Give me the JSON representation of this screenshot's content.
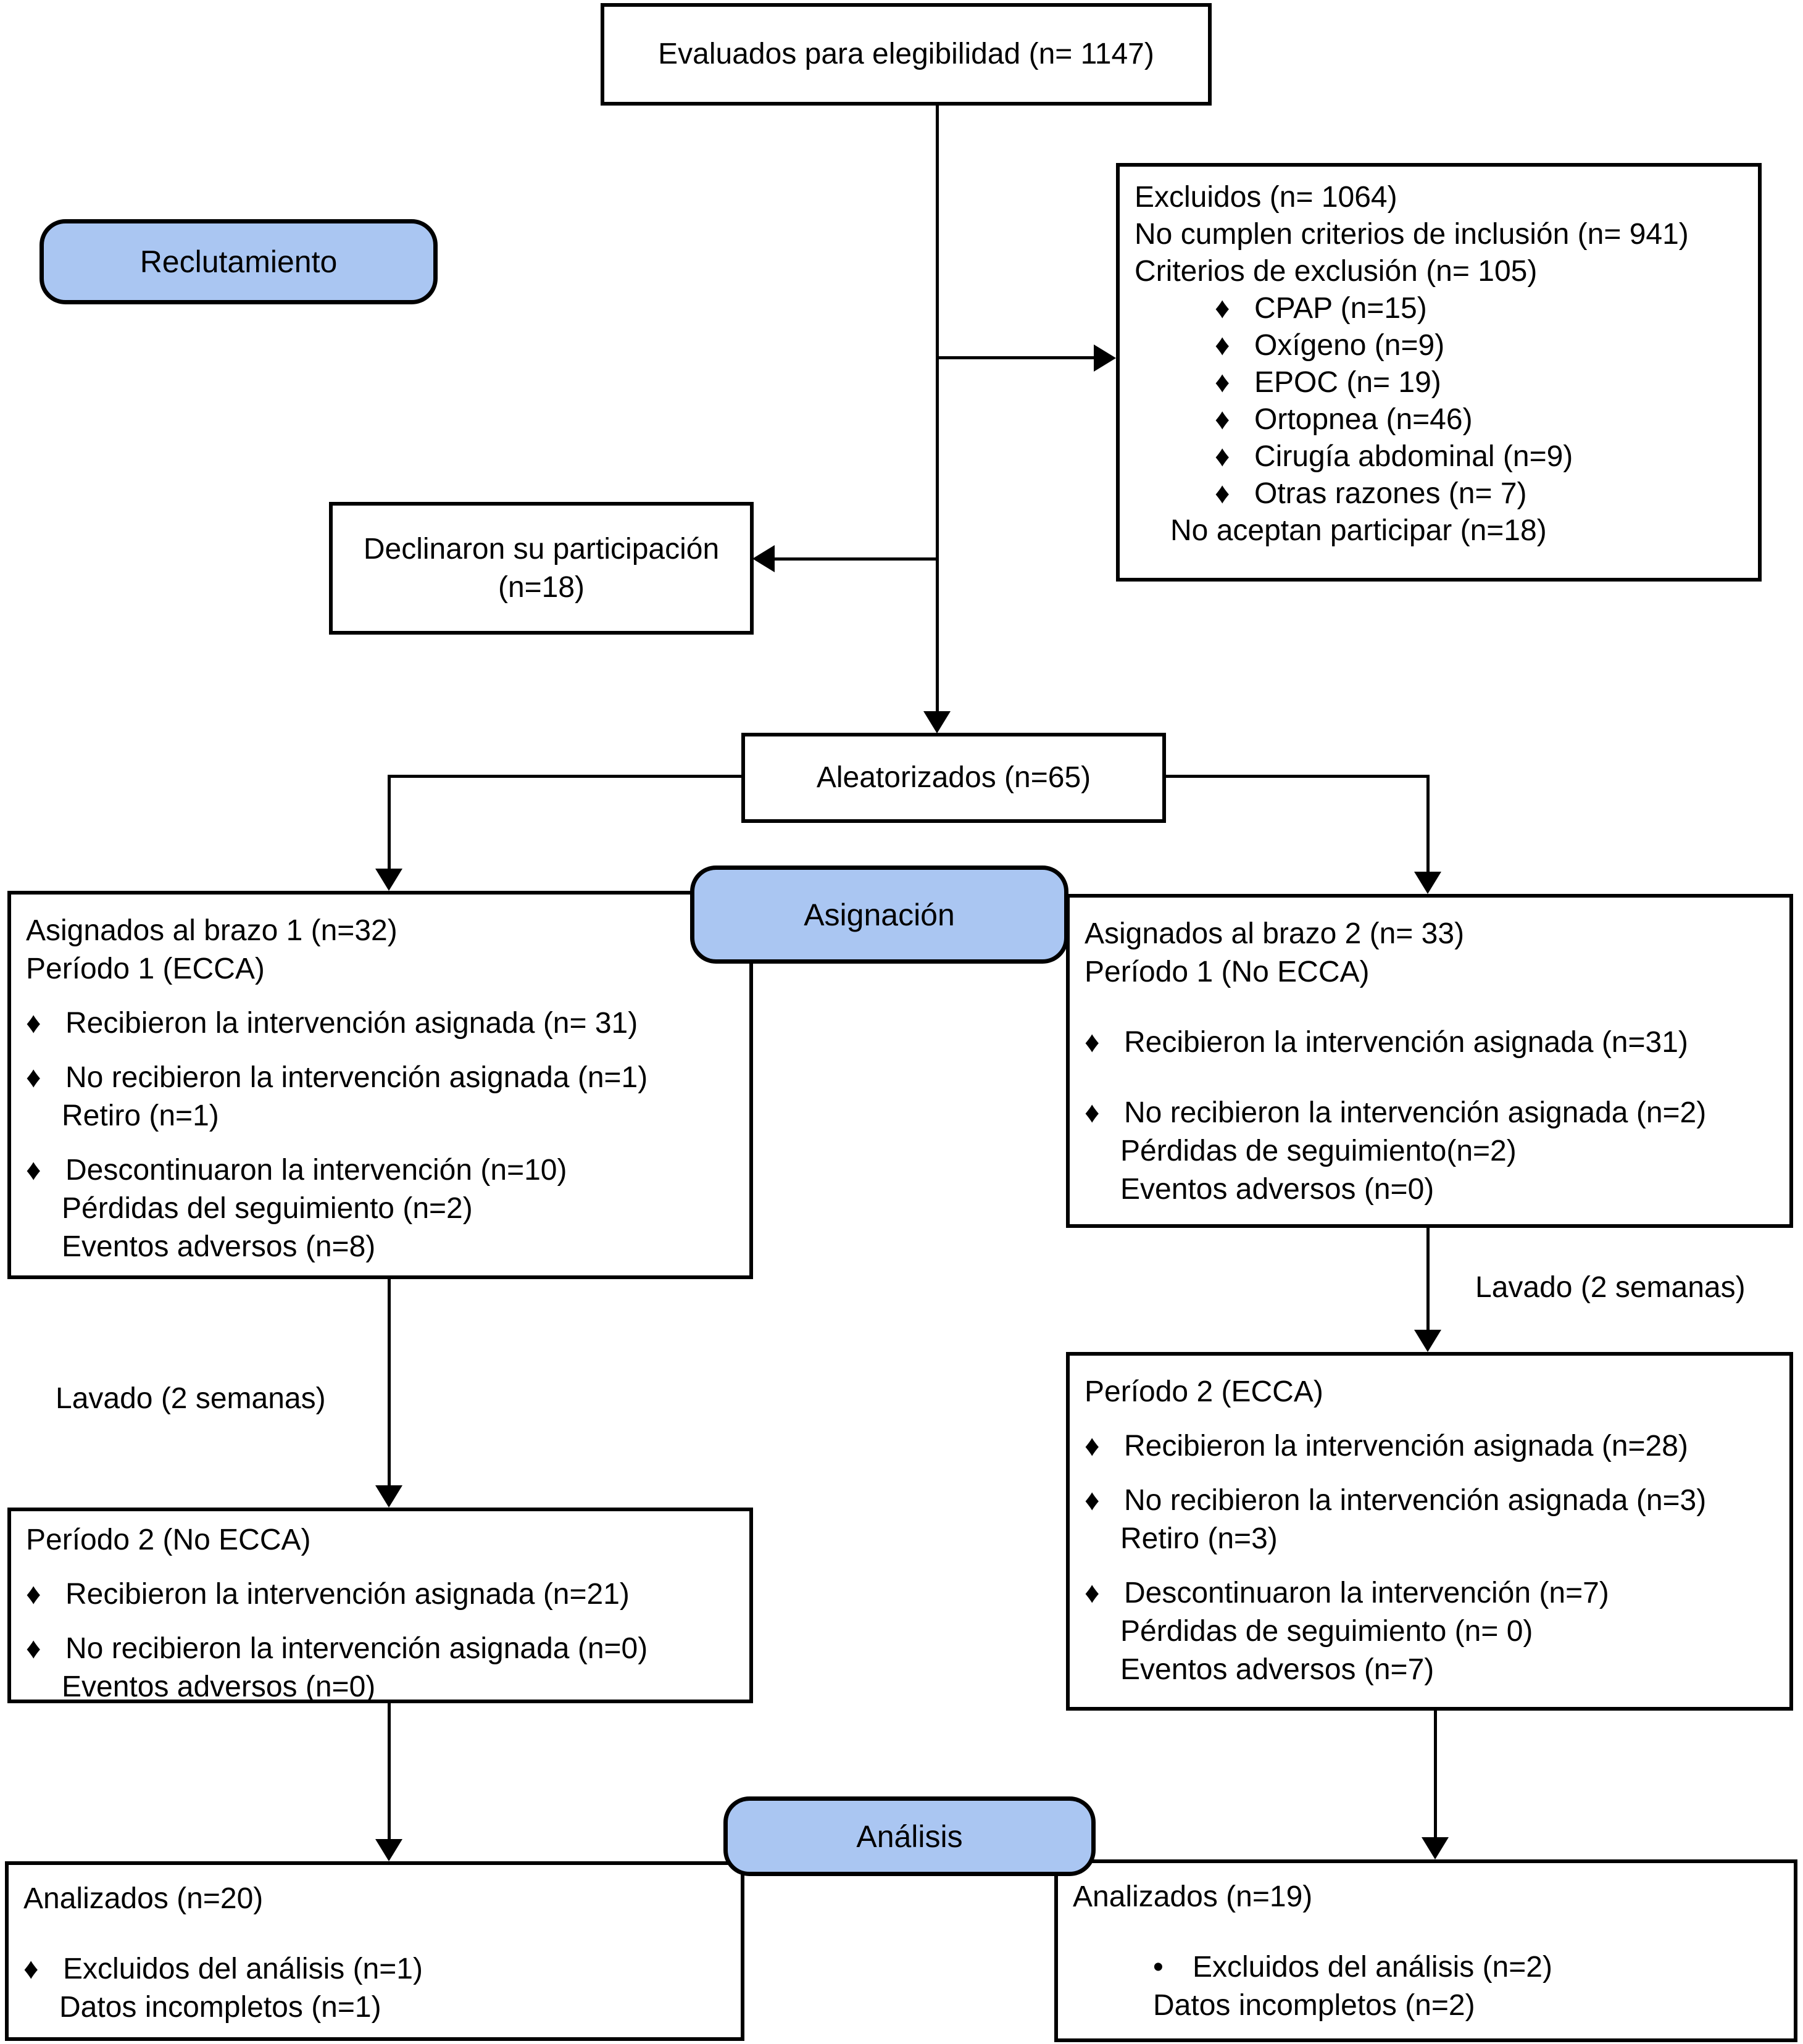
{
  "diagram_title": "CONSORT flow diagram (Spanish)",
  "colors": {
    "stage_fill": "#aac6f2",
    "box_fill": "#ffffff",
    "line_color": "#000000"
  },
  "stages": {
    "recruitment": "Reclutamiento",
    "allocation": "Asignación",
    "analysis": "Análisis"
  },
  "labels": {
    "washout_left": "Lavado (2 semanas)",
    "washout_right": "Lavado (2 semanas)"
  },
  "boxes": {
    "eligibility": {
      "lines": [
        {
          "t": "Evaluados para elegibilidad (n= 1147)"
        }
      ]
    },
    "excluded": {
      "lines": [
        {
          "t": "Excluidos (n= 1064)"
        },
        {
          "t": "No cumplen criterios de inclusión (n= 941)"
        },
        {
          "t": "Criterios de exclusión (n= 105)"
        },
        {
          "b": "♦",
          "t": "CPAP (n=15)",
          "ind": 2
        },
        {
          "b": "♦",
          "t": "Oxígeno (n=9)",
          "ind": 2
        },
        {
          "b": "♦",
          "t": "EPOC (n= 19)",
          "ind": 2
        },
        {
          "b": "♦",
          "t": "Ortopnea (n=46)",
          "ind": 2
        },
        {
          "b": "♦",
          "t": "Cirugía abdominal (n=9)",
          "ind": 2
        },
        {
          "b": "♦",
          "t": "Otras razones (n= 7)",
          "ind": 2
        },
        {
          "t": "No aceptan participar (n=18)",
          "ind": 1
        }
      ]
    },
    "declined": {
      "lines": [
        {
          "t": "Declinaron su participación"
        },
        {
          "t": "(n=18)"
        }
      ]
    },
    "randomized": {
      "lines": [
        {
          "t": "Aleatorizados (n=65)"
        }
      ]
    },
    "arm1_period1": {
      "lines": [
        {
          "t": "Asignados al brazo 1 (n=32)"
        },
        {
          "t": "Período 1 (ECCA)"
        },
        {
          "b": "♦",
          "t": "Recibieron la intervención asignada (n= 31)",
          "g": 1
        },
        {
          "b": "♦",
          "t": "No recibieron la intervención asignada (n=1)",
          "g": 1
        },
        {
          "t": "Retiro (n=1)",
          "ind": 1
        },
        {
          "b": "♦",
          "t": "Descontinuaron la intervención (n=10)",
          "g": 1
        },
        {
          "t": "Pérdidas del seguimiento (n=2)",
          "ind": 1
        },
        {
          "t": "Eventos adversos (n=8)",
          "ind": 1
        }
      ]
    },
    "arm2_period1": {
      "lines": [
        {
          "t": "Asignados al brazo 2 (n= 33)"
        },
        {
          "t": "Período 1 (No ECCA)"
        },
        {
          "b": "♦",
          "t": "Recibieron la intervención asignada (n=31)",
          "g": 2
        },
        {
          "b": "♦",
          "t": "No recibieron la intervención asignada (n=2)",
          "g": 2
        },
        {
          "t": "Pérdidas de seguimiento(n=2)",
          "ind": 1
        },
        {
          "t": "Eventos adversos (n=0)",
          "ind": 1
        }
      ]
    },
    "arm1_period2": {
      "lines": [
        {
          "t": "Período 2 (No ECCA)"
        },
        {
          "b": "♦",
          "t": "Recibieron la intervención asignada (n=21)",
          "g": 1
        },
        {
          "b": "♦",
          "t": "No recibieron la intervención asignada (n=0)",
          "g": 1
        },
        {
          "t": "Eventos adversos (n=0)",
          "ind": 1
        }
      ]
    },
    "arm2_period2": {
      "lines": [
        {
          "t": "Período 2 (ECCA)"
        },
        {
          "b": "♦",
          "t": "Recibieron la intervención asignada (n=28)",
          "g": 1
        },
        {
          "b": "♦",
          "t": "No recibieron la intervención asignada (n=3)",
          "g": 1
        },
        {
          "t": "Retiro (n=3)",
          "ind": 1
        },
        {
          "b": "♦",
          "t": "Descontinuaron la intervención (n=7)",
          "g": 1
        },
        {
          "t": "Pérdidas de seguimiento (n= 0)",
          "ind": 1
        },
        {
          "t": "Eventos adversos (n=7)",
          "ind": 1
        }
      ]
    },
    "analyzed_arm1": {
      "lines": [
        {
          "t": "Analizados (n=20)"
        },
        {
          "b": "♦",
          "t": "Excluidos del análisis (n=1)",
          "g": 2
        },
        {
          "t": "Datos incompletos (n=1)",
          "ind": 1
        }
      ]
    },
    "analyzed_arm2": {
      "lines": [
        {
          "t": "Analizados (n=19)"
        },
        {
          "b": "•",
          "t": "Excluidos del análisis (n=2)",
          "ind": 2,
          "g": 2
        },
        {
          "t": "Datos incompletos (n=2)",
          "ind": 2
        }
      ]
    }
  }
}
